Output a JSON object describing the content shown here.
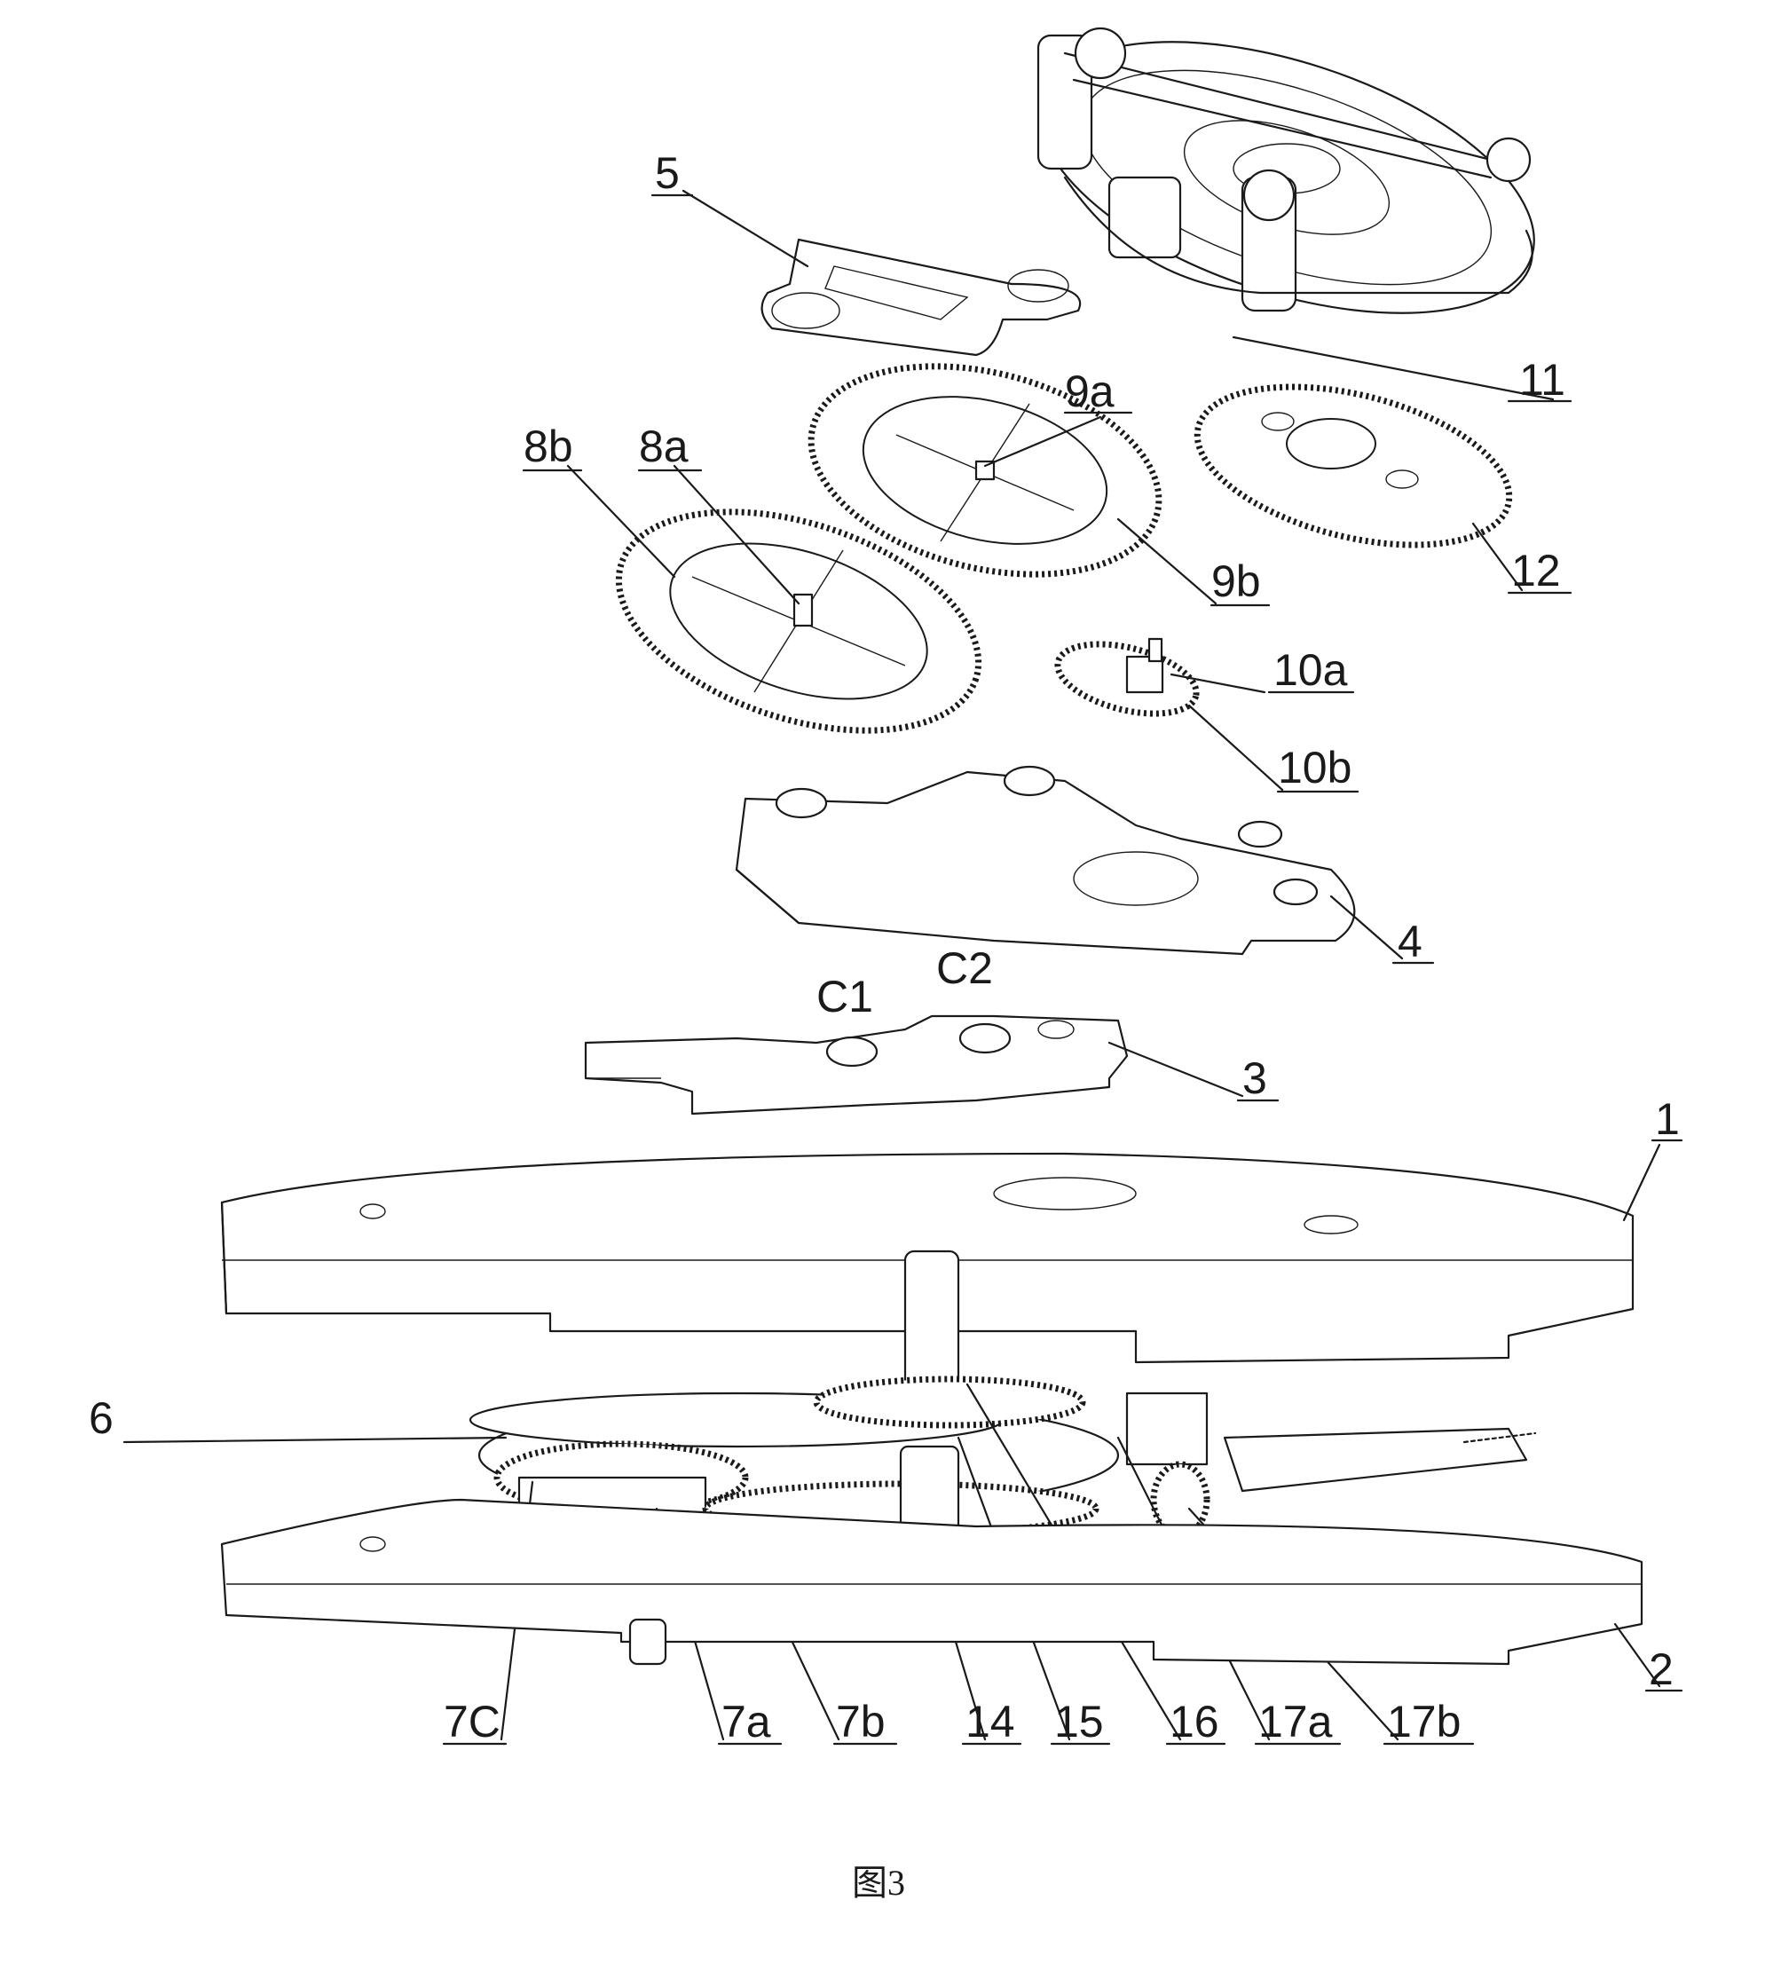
{
  "figure": {
    "caption": "图3"
  },
  "labels": [
    {
      "id": "5",
      "text": "5"
    },
    {
      "id": "11",
      "text": "11"
    },
    {
      "id": "9a",
      "text": "9a"
    },
    {
      "id": "8b",
      "text": "8b"
    },
    {
      "id": "8a",
      "text": "8a"
    },
    {
      "id": "9b",
      "text": "9b"
    },
    {
      "id": "12",
      "text": "12"
    },
    {
      "id": "10a",
      "text": "10a"
    },
    {
      "id": "10b",
      "text": "10b"
    },
    {
      "id": "4",
      "text": "4"
    },
    {
      "id": "C1",
      "text": "C1"
    },
    {
      "id": "C2",
      "text": "C2"
    },
    {
      "id": "3",
      "text": "3"
    },
    {
      "id": "1",
      "text": "1"
    },
    {
      "id": "6",
      "text": "6"
    },
    {
      "id": "2",
      "text": "2"
    },
    {
      "id": "7C",
      "text": "7C"
    },
    {
      "id": "7a",
      "text": "7a"
    },
    {
      "id": "7b",
      "text": "7b"
    },
    {
      "id": "14",
      "text": "14"
    },
    {
      "id": "15",
      "text": "15"
    },
    {
      "id": "16",
      "text": "16"
    },
    {
      "id": "17a",
      "text": "17a"
    },
    {
      "id": "17b",
      "text": "17b"
    }
  ]
}
